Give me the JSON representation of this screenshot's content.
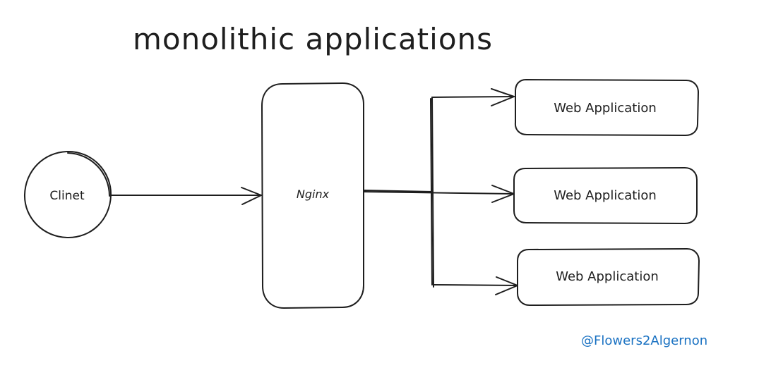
{
  "diagram": {
    "title": "monolithic applications",
    "client": {
      "label": "Clinet"
    },
    "proxy": {
      "label": "Nginx"
    },
    "apps": [
      {
        "label": "Web Application"
      },
      {
        "label": "Web Application"
      },
      {
        "label": "Web Application"
      }
    ],
    "watermark": "@Flowers2Algernon",
    "colors": {
      "stroke": "#1e1e1e",
      "watermark": "#1971c2",
      "background": "#ffffff"
    }
  }
}
